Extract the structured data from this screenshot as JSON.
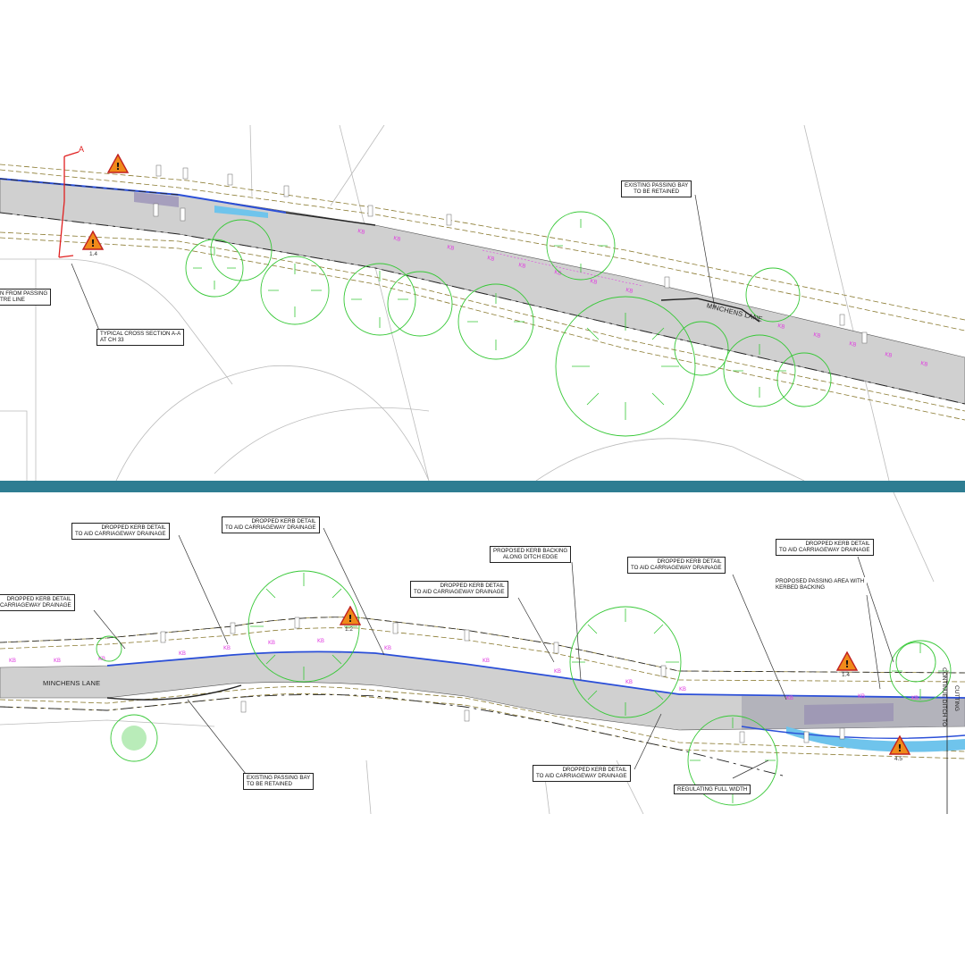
{
  "colors": {
    "divider": "#2e7d92",
    "carriageway": "#d0d0d0",
    "trees": "#37c837",
    "kerb_markers": "#e040e0",
    "blue_edge": "#2b4fd8",
    "light_blue": "#6fc4ec",
    "section_line": "#e02020",
    "warning_fill": "#f08a1a"
  },
  "top": {
    "road_name": "MINCHENS LANE",
    "notes": {
      "passing_bay": [
        "EXISTING PASSING BAY",
        "TO BE RETAINED"
      ],
      "cross_section": [
        "TYPICAL CROSS SECTION A-A",
        "AT CH 33"
      ],
      "from_passing": [
        "N FROM PASSING",
        "TRE LINE"
      ]
    },
    "warnings": [
      {
        "label": "",
        "icon": "warning-triangle-icon"
      },
      {
        "label": "1.4",
        "icon": "warning-triangle-icon"
      }
    ],
    "section_marker": "A"
  },
  "bottom": {
    "road_name": "MINCHENS LANE",
    "notes": {
      "dk1": [
        "DROPPED KERB DETAIL",
        "TO AID CARRIAGEWAY DRAINAGE"
      ],
      "dk2": [
        "DROPPED KERB DETAIL",
        "TO AID CARRIAGEWAY DRAINAGE"
      ],
      "dk3": [
        "DROPPED KERB DETAIL",
        "TO AID CARRIAGEWAY DRAINAGE"
      ],
      "kerb_backing": [
        "PROPOSED KERB BACKING",
        "ALONG DITCH EDGE"
      ],
      "dk4": [
        "DROPPED KERB DETAIL",
        "TO AID CARRIAGEWAY DRAINAGE"
      ],
      "dk5": [
        "DROPPED KERB DETAIL",
        "TO AID CARRIAGEWAY DRAINAGE"
      ],
      "passing_area": [
        "PROPOSED PASSING AREA WITH",
        "KERBED BACKING"
      ],
      "dk_left": [
        "DROPPED KERB DETAIL",
        "CARRIAGEWAY DRAINAGE"
      ],
      "passing_bay": [
        "EXISTING PASSING BAY",
        "TO BE RETAINED"
      ],
      "dk6": [
        "DROPPED KERB DETAIL",
        "TO AID CARRIAGEWAY DRAINAGE"
      ],
      "regulating": [
        "REGULATING FULL WIDTH"
      ]
    },
    "vertical_label_1": "CUTTING",
    "vertical_label_2": "CONTINUE DITCH TO",
    "warnings": [
      {
        "label": "1.2",
        "icon": "warning-triangle-icon"
      },
      {
        "label": "1.4",
        "icon": "warning-triangle-icon"
      },
      {
        "label": "4.5",
        "icon": "warning-triangle-icon"
      }
    ]
  }
}
